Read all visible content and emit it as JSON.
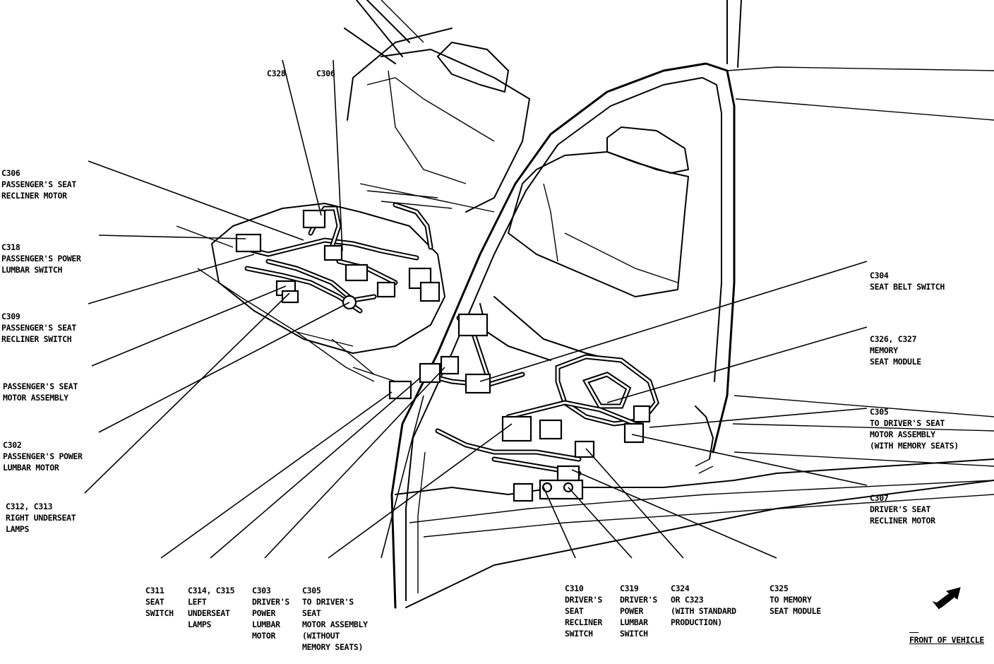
{
  "labels": [
    {
      "id": "c306-left",
      "lines": [
        "C306",
        "PASSENGER'S SEAT",
        "RECLINER MOTOR"
      ]
    },
    {
      "id": "c318",
      "lines": [
        "C318",
        "PASSENGER'S POWER",
        "LUMBAR SWITCH"
      ]
    },
    {
      "id": "c309",
      "lines": [
        "C309",
        "PASSENGER'S SEAT",
        "RECLINER SWITCH"
      ]
    },
    {
      "id": "pass-motor",
      "lines": [
        "PASSENGER'S SEAT",
        "MOTOR ASSEMBLY"
      ]
    },
    {
      "id": "c302",
      "lines": [
        "C302",
        "PASSENGER'S POWER",
        "LUMBAR MOTOR"
      ]
    },
    {
      "id": "c312",
      "lines": [
        "C312, C313",
        "RIGHT UNDERSEAT",
        "LAMPS"
      ]
    },
    {
      "id": "c328",
      "lines": [
        "C328"
      ]
    },
    {
      "id": "c306-top",
      "lines": [
        "C306"
      ]
    },
    {
      "id": "c304",
      "lines": [
        "C304",
        "SEAT BELT SWITCH"
      ]
    },
    {
      "id": "c326",
      "lines": [
        "C326, C327",
        "MEMORY",
        "SEAT MODULE"
      ]
    },
    {
      "id": "c305-right",
      "lines": [
        "C305",
        "TO DRIVER'S SEAT",
        "MOTOR ASSEMBLY",
        "(WITH MEMORY SEATS)"
      ]
    },
    {
      "id": "c307",
      "lines": [
        "C307",
        "DRIVER'S SEAT",
        "RECLINER MOTOR"
      ]
    },
    {
      "id": "c311",
      "lines": [
        "C311",
        "SEAT",
        "SWITCH"
      ]
    },
    {
      "id": "c314",
      "lines": [
        "C314, C315",
        "LEFT",
        "UNDERSEAT",
        "LAMPS"
      ]
    },
    {
      "id": "c303",
      "lines": [
        "C303",
        "DRIVER'S",
        "POWER",
        "LUMBAR",
        "MOTOR"
      ]
    },
    {
      "id": "c305-bottom",
      "lines": [
        "C305",
        "TO DRIVER'S",
        "SEAT",
        "MOTOR ASSEMBLY",
        "(WITHOUT",
        "MEMORY SEATS)"
      ]
    },
    {
      "id": "c310",
      "lines": [
        "C310",
        "DRIVER'S",
        "SEAT",
        "RECLINER",
        "SWITCH"
      ]
    },
    {
      "id": "c319",
      "lines": [
        "C319",
        "DRIVER'S",
        "POWER",
        "LUMBAR",
        "SWITCH"
      ]
    },
    {
      "id": "c324",
      "lines": [
        "C324",
        "OR C323",
        "(WITH STANDARD",
        "PRODUCTION)"
      ]
    },
    {
      "id": "c325",
      "lines": [
        "C325",
        "TO MEMORY",
        "SEAT MODULE"
      ]
    }
  ],
  "front_indicator": {
    "label": "FRONT OF VEHICLE",
    "icon": "front-arrow-icon"
  }
}
